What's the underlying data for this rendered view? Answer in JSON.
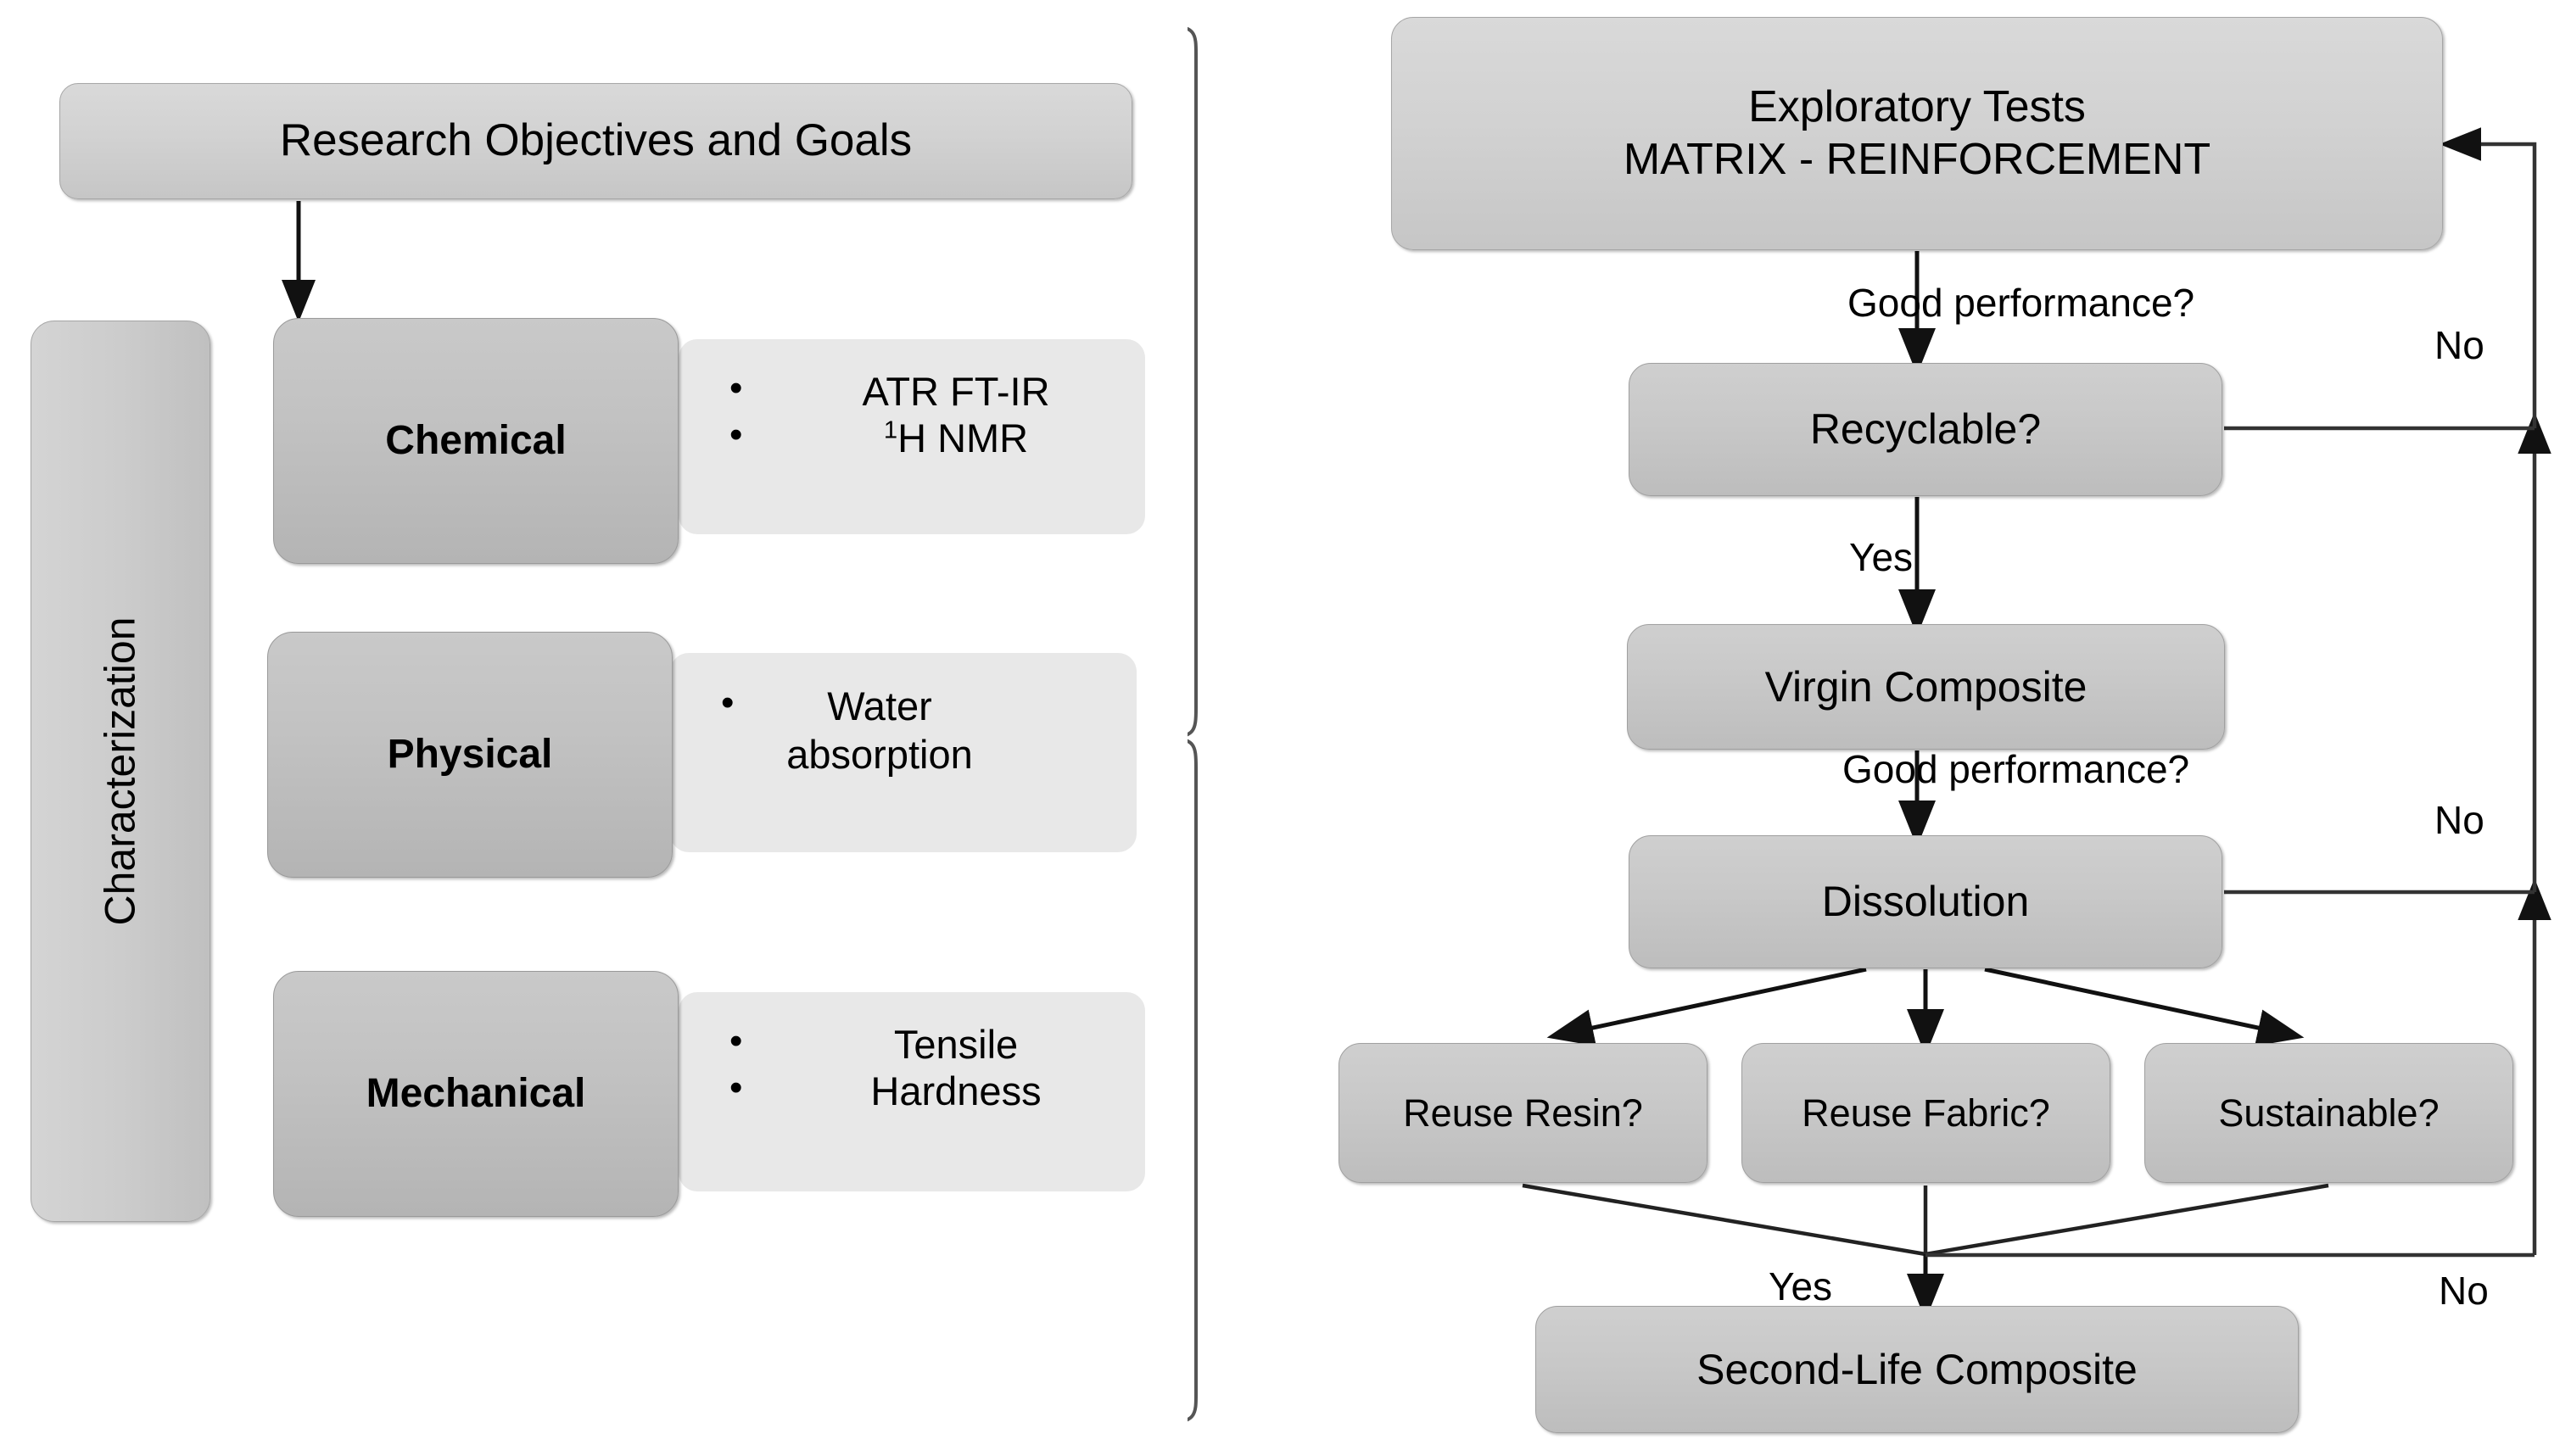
{
  "left_panel": {
    "objectives": {
      "label": "Research Objectives and Goals"
    },
    "characterization": {
      "label": "Characterization"
    },
    "categories": [
      {
        "name": "Chemical",
        "items": [
          "ATR FT-IR",
          "H NMR"
        ],
        "item_superscript": "1"
      },
      {
        "name": "Physical",
        "items": [
          "Water absorption"
        ]
      },
      {
        "name": "Mechanical",
        "items": [
          "Tensile",
          "Hardness"
        ]
      }
    ]
  },
  "flow_panel": {
    "nodes": {
      "exploratory_line1": "Exploratory Tests",
      "exploratory_line2": "MATRIX - REINFORCEMENT",
      "recyclable": "Recyclable?",
      "virgin_composite": "Virgin Composite",
      "dissolution": "Dissolution",
      "reuse_resin": "Reuse Resin?",
      "reuse_fabric": "Reuse Fabric?",
      "sustainable": "Sustainable?",
      "second_life": "Second-Life Composite"
    },
    "edge_labels": {
      "good_performance_1": "Good performance?",
      "no_1": "No",
      "yes_1": "Yes",
      "good_performance_2": "Good performance?",
      "no_2": "No",
      "yes_2": "Yes",
      "no_3": "No"
    }
  },
  "colors": {
    "node_fill_light": "#d9d9d9",
    "node_fill_dark": "#c2c2c2",
    "bullet_panel_fill": "#e8e8e8",
    "line": "#404040",
    "text": "#000000",
    "background": "#ffffff"
  }
}
